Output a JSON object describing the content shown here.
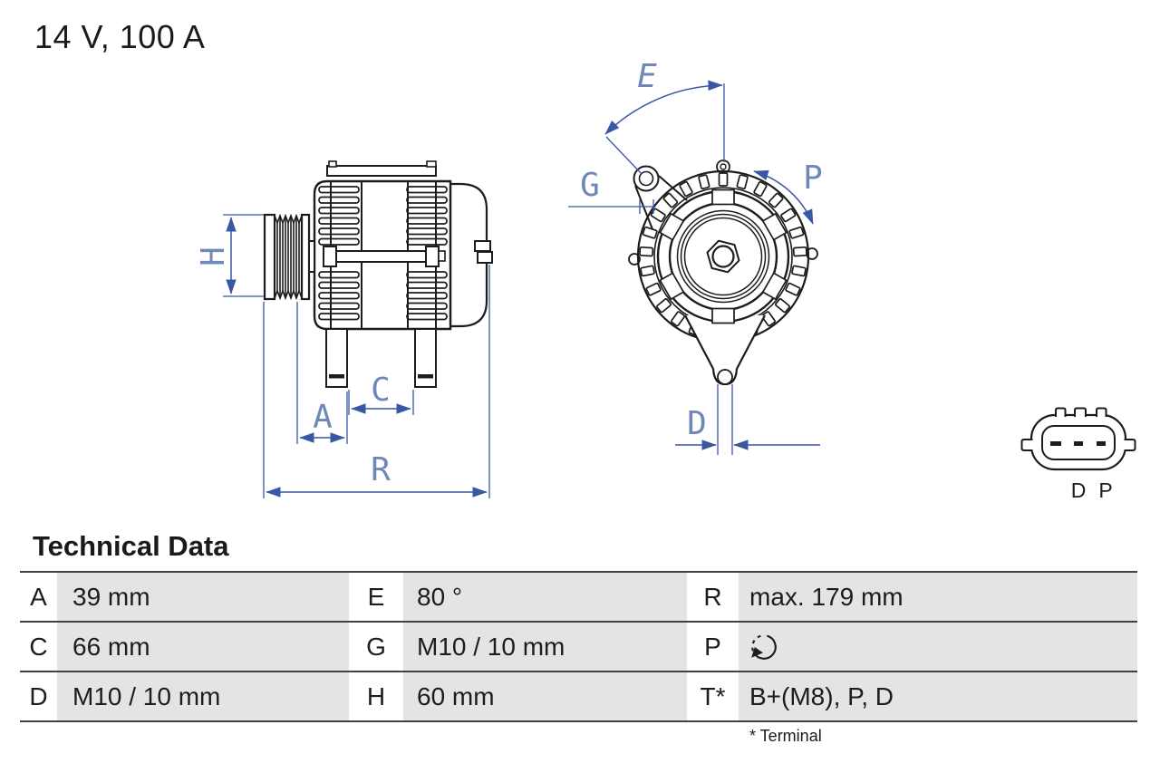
{
  "title": "14 V, 100 A",
  "diagram": {
    "side_view": {
      "description": "alternator side view with pulley",
      "labels": {
        "h": "H",
        "a": "A",
        "c": "C",
        "r": "R"
      }
    },
    "front_view": {
      "description": "alternator front view with mounting lugs",
      "labels": {
        "e": "E",
        "g": "G",
        "p": "P",
        "d": "D"
      }
    },
    "connector": {
      "pin_count": 3,
      "labels": {
        "d": "D",
        "p": "P"
      }
    }
  },
  "technical_data": {
    "heading": "Technical Data",
    "rows": [
      {
        "cells": [
          {
            "key": "A",
            "value": "39 mm"
          },
          {
            "key": "E",
            "value": "80 °"
          },
          {
            "key": "R",
            "value": "max. 179 mm"
          }
        ]
      },
      {
        "cells": [
          {
            "key": "C",
            "value": "66 mm"
          },
          {
            "key": "G",
            "value": "M10 / 10 mm"
          },
          {
            "key": "P",
            "value": "",
            "icon": "clockwise-rotation-arrow"
          }
        ]
      },
      {
        "cells": [
          {
            "key": "D",
            "value": "M10 / 10 mm"
          },
          {
            "key": "H",
            "value": "60 mm"
          },
          {
            "key": "T*",
            "value": "B+(M8), P, D"
          }
        ]
      }
    ],
    "footnote": "* Terminal"
  },
  "colors": {
    "dimension_blue": "#3a57a3",
    "label_blue": "#6f88b8",
    "line_dark": "#1c1c1c",
    "table_gray": "#e4e4e6",
    "rule_gray": "#414143"
  }
}
